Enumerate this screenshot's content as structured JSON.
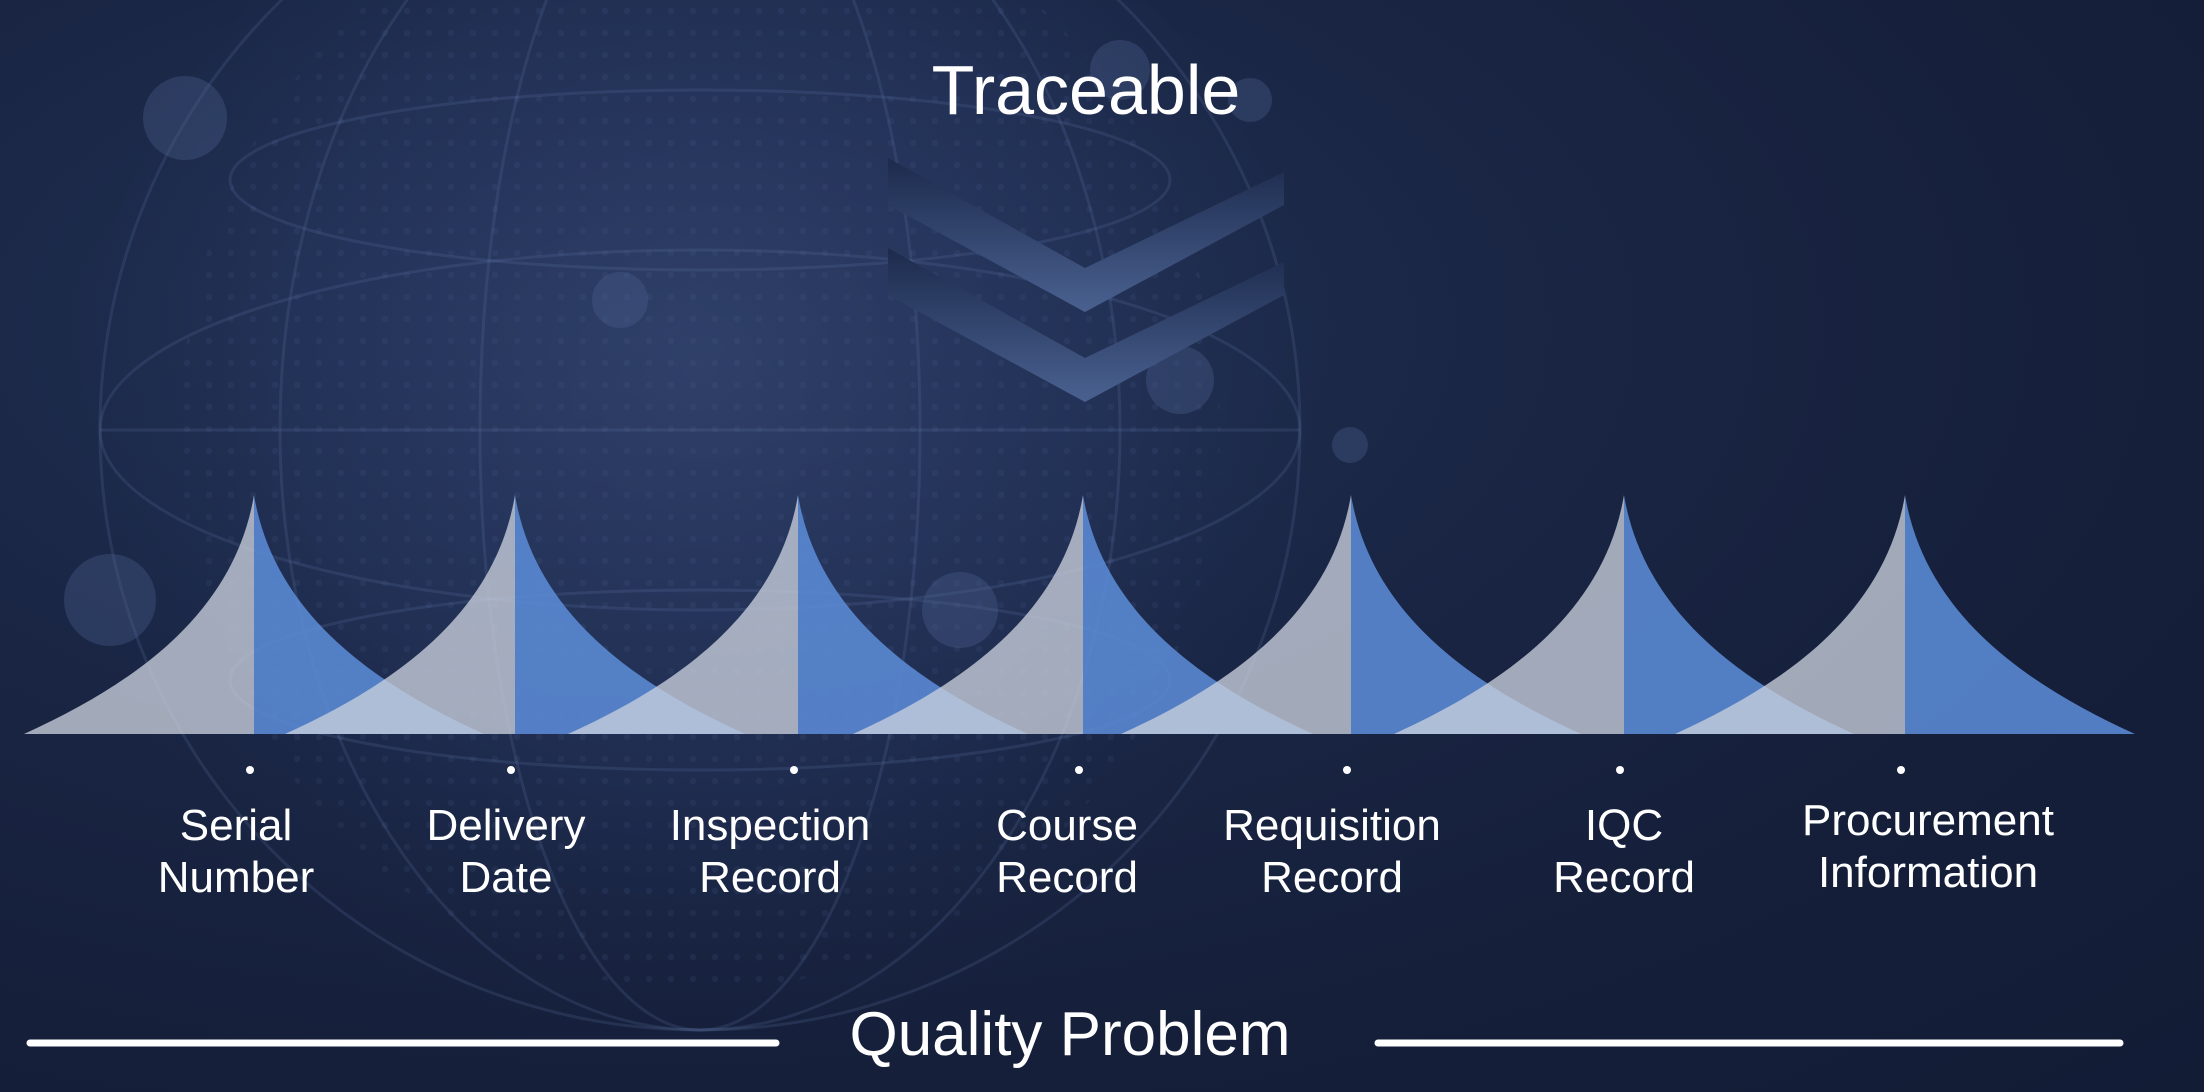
{
  "title": "Traceable",
  "bottom_title": "Quality Problem",
  "items": [
    {
      "line1": "Serial",
      "line2": "Number"
    },
    {
      "line1": "Delivery",
      "line2": "Date"
    },
    {
      "line1": "Inspection",
      "line2": "Record"
    },
    {
      "line1": "Course",
      "line2": "Record"
    },
    {
      "line1": "Requisition",
      "line2": "Record"
    },
    {
      "line1": "IQC",
      "line2": "Record"
    },
    {
      "line1": "Procurement",
      "line2": "Information"
    }
  ],
  "colors": {
    "background": "#16203a",
    "peak_light": "#c9cfdc",
    "peak_blue": "#5b8bd6",
    "text": "#ffffff"
  }
}
